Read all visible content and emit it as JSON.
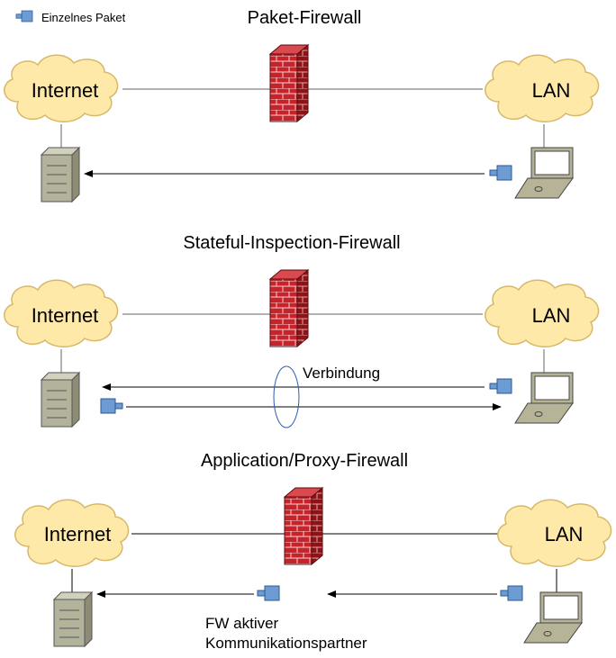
{
  "legend": {
    "label": "Einzelnes Paket",
    "icon": "packet-icon"
  },
  "sections": [
    {
      "title": "Paket-Firewall",
      "left": "Internet",
      "right": "LAN"
    },
    {
      "title": "Stateful-Inspection-Firewall",
      "left": "Internet",
      "right": "LAN",
      "connection_label": "Verbindung"
    },
    {
      "title": "Application/Proxy-Firewall",
      "left": "Internet",
      "right": "LAN",
      "note_line1": "FW aktiver",
      "note_line2": "Kommunikationspartner"
    }
  ],
  "colors": {
    "cloud": "#ffe9a8",
    "cloud_stroke": "#d7b86a",
    "brick": "#c8232a",
    "brick_dark": "#8f1218",
    "packet": "#6d9bd3",
    "server": "#b3b29a",
    "laptop": "#b6b397",
    "ellipse": "#2a5db0"
  }
}
